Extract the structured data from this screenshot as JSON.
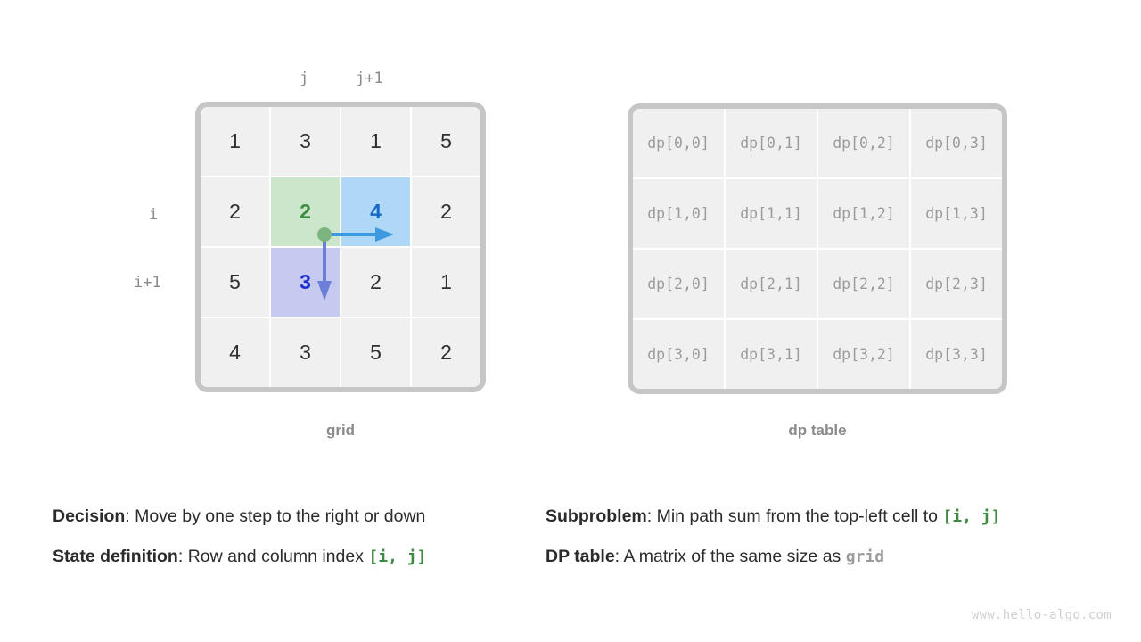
{
  "diagram": {
    "title": "Min path sum dynamic programming overview",
    "watermark": "www.hello-algo.com",
    "colors": {
      "frame": "#c6c6c6",
      "cell": "#f0f0f0",
      "highlight_green": "#cbe6cb",
      "highlight_blue": "#aed8f5",
      "highlight_purple": "#c6caf0",
      "value_green": "#3d8b40",
      "value_blue": "#1668c4",
      "value_indigo": "#2030d0",
      "arrow_right": "#3d9ae0",
      "arrow_down": "#6b7ed8",
      "dot_green": "#7cb580",
      "text_muted": "#8a8a8a",
      "code_green": "#3d8b40"
    }
  },
  "grid_panel": {
    "caption": "grid",
    "column_labels": {
      "j": "j",
      "j_plus_1": "j+1"
    },
    "row_labels": {
      "i": "i",
      "i_plus_1": "i+1"
    },
    "cells": [
      [
        {
          "value": "1",
          "style": "plain"
        },
        {
          "value": "3",
          "style": "plain"
        },
        {
          "value": "1",
          "style": "plain"
        },
        {
          "value": "5",
          "style": "plain"
        }
      ],
      [
        {
          "value": "2",
          "style": "plain"
        },
        {
          "value": "2",
          "style": "green"
        },
        {
          "value": "4",
          "style": "blue"
        },
        {
          "value": "2",
          "style": "plain"
        }
      ],
      [
        {
          "value": "5",
          "style": "plain"
        },
        {
          "value": "3",
          "style": "purple"
        },
        {
          "value": "2",
          "style": "plain"
        },
        {
          "value": "1",
          "style": "plain"
        }
      ],
      [
        {
          "value": "4",
          "style": "plain"
        },
        {
          "value": "3",
          "style": "plain"
        },
        {
          "value": "5",
          "style": "plain"
        },
        {
          "value": "2",
          "style": "plain"
        }
      ]
    ],
    "annotations": {
      "origin_dot_label": "current cell corner marker",
      "arrow_right_label": "move right",
      "arrow_down_label": "move down"
    }
  },
  "dp_panel": {
    "caption": "dp table",
    "cells": [
      [
        "dp[0,0]",
        "dp[0,1]",
        "dp[0,2]",
        "dp[0,3]"
      ],
      [
        "dp[1,0]",
        "dp[1,1]",
        "dp[1,2]",
        "dp[1,3]"
      ],
      [
        "dp[2,0]",
        "dp[2,1]",
        "dp[2,2]",
        "dp[2,3]"
      ],
      [
        "dp[3,0]",
        "dp[3,1]",
        "dp[3,2]",
        "dp[3,3]"
      ]
    ]
  },
  "notes": {
    "left": [
      {
        "key": "Decision",
        "sep": ": ",
        "text": "Move by one step to the right or down",
        "code": "",
        "code_style": ""
      },
      {
        "key": "State definition",
        "sep": ": ",
        "text": "Row and column index ",
        "code": "[i, j]",
        "code_style": "green"
      }
    ],
    "right": [
      {
        "key": "Subproblem",
        "sep": ": ",
        "text": "Min path sum from the top-left cell to ",
        "code": "[i, j]",
        "code_style": "green"
      },
      {
        "key": "DP table",
        "sep": ": ",
        "text": "A matrix of the same size as ",
        "code": "grid",
        "code_style": "gray"
      }
    ]
  }
}
